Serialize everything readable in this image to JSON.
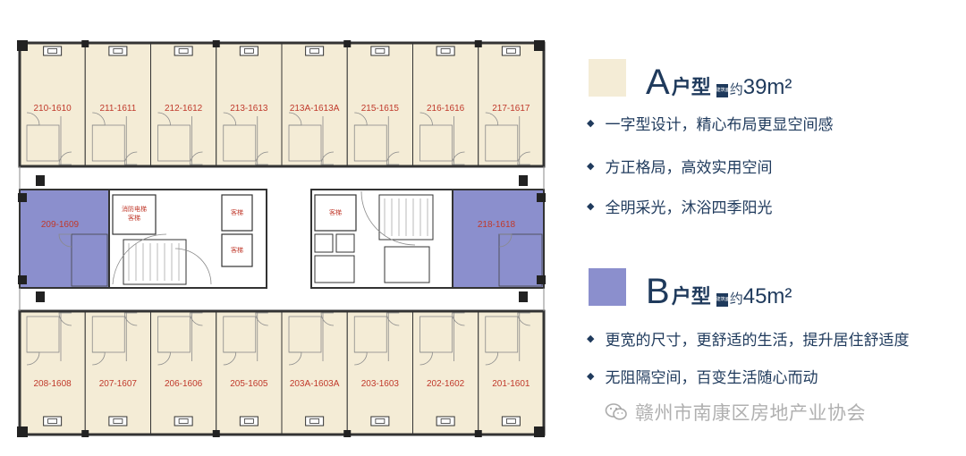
{
  "units_top": [
    "210-1610",
    "211-1611",
    "212-1612",
    "213-1613",
    "213A-1613A",
    "215-1615",
    "216-1616",
    "217-1617"
  ],
  "units_bottom": [
    "208-1608",
    "207-1607",
    "206-1606",
    "205-1605",
    "203A-1603A",
    "203-1603",
    "202-1602",
    "201-1601"
  ],
  "unit_left_mid": "209-1609",
  "unit_right_mid": "218-1618",
  "core_labels": {
    "fire_elevator": "消防电梯\n客梯",
    "passenger_elevator": "客梯"
  },
  "colors": {
    "type_a": "#f4ecd6",
    "type_b": "#8b8fcd",
    "text_dark": "#1f3a5c",
    "label_red": "#c0392b"
  },
  "legend": {
    "type_a": {
      "letter": "A",
      "word": "户型",
      "badge": "建筑面积",
      "approx": "约",
      "area": "39m²",
      "features": [
        "一字型设计，精心布局更显空间感",
        "方正格局，高效实用空间",
        "全明采光，沐浴四季阳光"
      ]
    },
    "type_b": {
      "letter": "B",
      "word": "户型",
      "badge": "建筑面积",
      "approx": "约",
      "area": "45m²",
      "features": [
        "更宽的尺寸，更舒适的生活，提升居住舒适度",
        "无阻隔空间，百变生活随心而动"
      ]
    }
  },
  "watermark": {
    "icon": "wechat-icon",
    "text": "赣州市南康区房地产业协会"
  }
}
